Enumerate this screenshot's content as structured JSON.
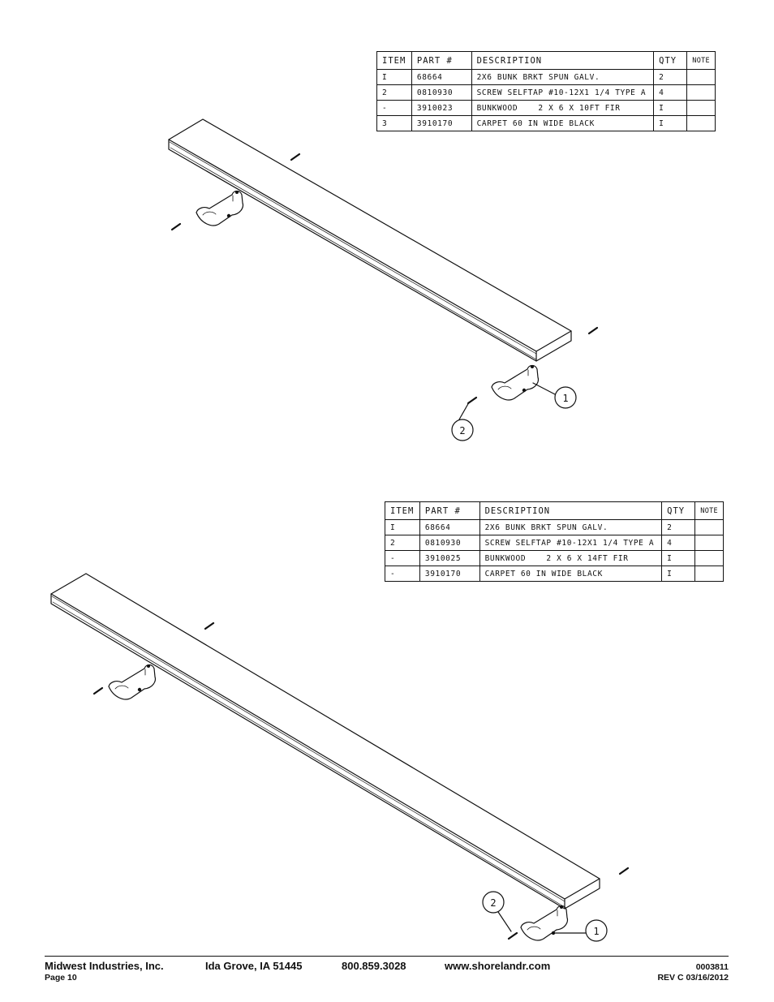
{
  "tables": [
    {
      "headers": [
        "ITEM",
        "PART #",
        "DESCRIPTION",
        "QTY",
        "NOTE"
      ],
      "rows": [
        [
          "I",
          "68664",
          "2X6 BUNK BRKT SPUN GALV.",
          "2",
          ""
        ],
        [
          "2",
          "0810930",
          "SCREW SELFTAP #10-12X1 1/4 TYPE A",
          "4",
          ""
        ],
        [
          "-",
          "3910023",
          "BUNKWOOD    2 X 6 X 10FT FIR",
          "I",
          ""
        ],
        [
          "3",
          "3910170",
          "CARPET 60 IN WIDE BLACK",
          "I",
          ""
        ]
      ]
    },
    {
      "headers": [
        "ITEM",
        "PART #",
        "DESCRIPTION",
        "QTY",
        "NOTE"
      ],
      "rows": [
        [
          "I",
          "68664",
          "2X6 BUNK BRKT SPUN GALV.",
          "2",
          ""
        ],
        [
          "2",
          "0810930",
          "SCREW SELFTAP #10-12X1 1/4 TYPE A",
          "4",
          ""
        ],
        [
          "-",
          "3910025",
          "BUNKWOOD    2 X 6 X 14FT FIR",
          "I",
          ""
        ],
        [
          "-",
          "3910170",
          "CARPET 60 IN WIDE BLACK",
          "I",
          ""
        ]
      ]
    }
  ],
  "callouts": {
    "top": {
      "bracket": "1",
      "screw": "2"
    },
    "bottom": {
      "bracket": "1",
      "screw": "2"
    }
  },
  "footer": {
    "company": "Midwest Industries, Inc.",
    "location": "Ida Grove, IA  51445",
    "phone": "800.859.3028",
    "website": "www.shorelandr.com",
    "page": "Page 10",
    "doc_number": "0003811",
    "revision": "REV C  03/16/2012"
  }
}
